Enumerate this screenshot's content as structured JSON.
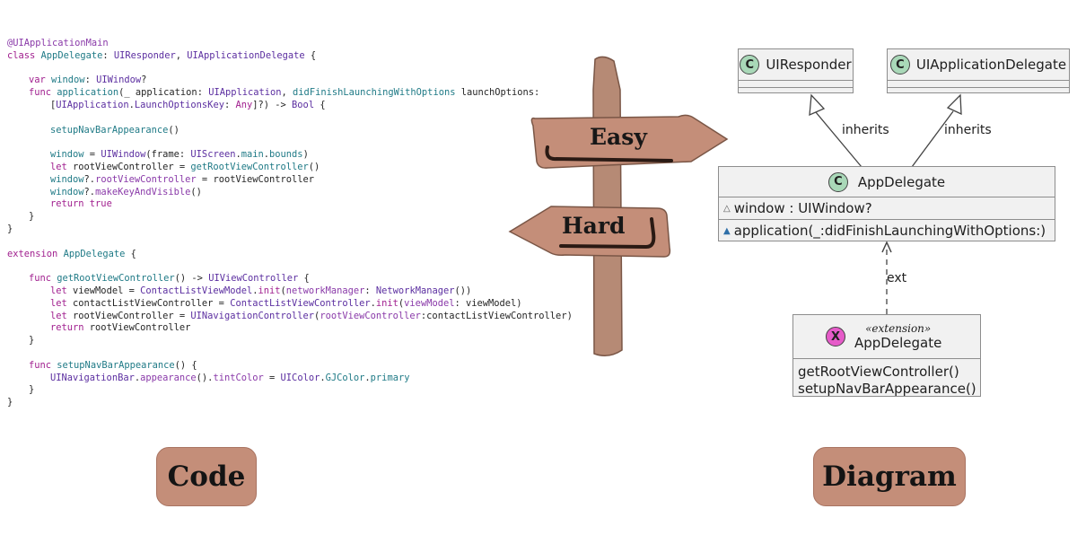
{
  "code": {
    "lines": [
      [
        {
          "t": "@UIApplicationMain",
          "c": "attr"
        }
      ],
      [
        {
          "t": "class ",
          "c": "kw"
        },
        {
          "t": "AppDelegate",
          "c": "fn"
        },
        {
          "t": ": ",
          "c": "pl"
        },
        {
          "t": "UIResponder",
          "c": "ty"
        },
        {
          "t": ", ",
          "c": "pl"
        },
        {
          "t": "UIApplicationDelegate",
          "c": "ty"
        },
        {
          "t": " {",
          "c": "pl"
        }
      ],
      [],
      [
        {
          "t": "var ",
          "c": "kw"
        },
        {
          "t": "window",
          "c": "fn"
        },
        {
          "t": ": ",
          "c": "pl"
        },
        {
          "t": "UIWindow",
          "c": "ty"
        },
        {
          "t": "?",
          "c": "pl"
        }
      ],
      [
        {
          "t": "func ",
          "c": "kw"
        },
        {
          "t": "application",
          "c": "fn"
        },
        {
          "t": "(_ application: ",
          "c": "pl"
        },
        {
          "t": "UIApplication",
          "c": "ty"
        },
        {
          "t": ", ",
          "c": "pl"
        },
        {
          "t": "didFinishLaunchingWithOptions",
          "c": "fn"
        },
        {
          "t": " launchOptions:",
          "c": "pl"
        }
      ],
      [
        {
          "t": "[",
          "c": "pl"
        },
        {
          "t": "UIApplication",
          "c": "ty"
        },
        {
          "t": ".",
          "c": "pl"
        },
        {
          "t": "LaunchOptionsKey",
          "c": "ty"
        },
        {
          "t": ": ",
          "c": "pl"
        },
        {
          "t": "Any",
          "c": "kw"
        },
        {
          "t": "]?) -> ",
          "c": "pl"
        },
        {
          "t": "Bool",
          "c": "ty"
        },
        {
          "t": " {",
          "c": "pl"
        }
      ],
      [],
      [
        {
          "t": "setupNavBarAppearance",
          "c": "fn"
        },
        {
          "t": "()",
          "c": "pl"
        }
      ],
      [],
      [
        {
          "t": "window",
          "c": "fn"
        },
        {
          "t": " = ",
          "c": "pl"
        },
        {
          "t": "UIWindow",
          "c": "ty"
        },
        {
          "t": "(frame: ",
          "c": "pl"
        },
        {
          "t": "UIScreen",
          "c": "ty"
        },
        {
          "t": ".",
          "c": "pl"
        },
        {
          "t": "main",
          "c": "fn"
        },
        {
          "t": ".",
          "c": "pl"
        },
        {
          "t": "bounds",
          "c": "fn"
        },
        {
          "t": ")",
          "c": "pl"
        }
      ],
      [
        {
          "t": "let ",
          "c": "kw"
        },
        {
          "t": "rootViewController = ",
          "c": "pl"
        },
        {
          "t": "getRootViewController",
          "c": "fn"
        },
        {
          "t": "()",
          "c": "pl"
        }
      ],
      [
        {
          "t": "window",
          "c": "fn"
        },
        {
          "t": "?.",
          "c": "pl"
        },
        {
          "t": "rootViewController",
          "c": "attr"
        },
        {
          "t": " = rootViewController",
          "c": "pl"
        }
      ],
      [
        {
          "t": "window",
          "c": "fn"
        },
        {
          "t": "?.",
          "c": "pl"
        },
        {
          "t": "makeKeyAndVisible",
          "c": "attr"
        },
        {
          "t": "()",
          "c": "pl"
        }
      ],
      [
        {
          "t": "return ",
          "c": "kw"
        },
        {
          "t": "true",
          "c": "kw"
        }
      ],
      [
        {
          "t": "}",
          "c": "pl"
        }
      ],
      [
        {
          "t": "}",
          "c": "pl"
        }
      ],
      [],
      [
        {
          "t": "extension ",
          "c": "kw"
        },
        {
          "t": "AppDelegate",
          "c": "fn"
        },
        {
          "t": " {",
          "c": "pl"
        }
      ],
      [],
      [
        {
          "t": "func ",
          "c": "kw"
        },
        {
          "t": "getRootViewController",
          "c": "fn"
        },
        {
          "t": "() -> ",
          "c": "pl"
        },
        {
          "t": "UIViewController",
          "c": "ty"
        },
        {
          "t": " {",
          "c": "pl"
        }
      ],
      [
        {
          "t": "let ",
          "c": "kw"
        },
        {
          "t": "viewModel = ",
          "c": "pl"
        },
        {
          "t": "ContactListViewModel",
          "c": "ty"
        },
        {
          "t": ".",
          "c": "pl"
        },
        {
          "t": "init",
          "c": "kw"
        },
        {
          "t": "(",
          "c": "pl"
        },
        {
          "t": "networkManager",
          "c": "attr"
        },
        {
          "t": ": ",
          "c": "pl"
        },
        {
          "t": "NetworkManager",
          "c": "ty"
        },
        {
          "t": "())",
          "c": "pl"
        }
      ],
      [
        {
          "t": "let ",
          "c": "kw"
        },
        {
          "t": "contactListViewController = ",
          "c": "pl"
        },
        {
          "t": "ContactListViewController",
          "c": "ty"
        },
        {
          "t": ".",
          "c": "pl"
        },
        {
          "t": "init",
          "c": "kw"
        },
        {
          "t": "(",
          "c": "pl"
        },
        {
          "t": "viewModel",
          "c": "attr"
        },
        {
          "t": ": viewModel)",
          "c": "pl"
        }
      ],
      [
        {
          "t": "let ",
          "c": "kw"
        },
        {
          "t": "rootViewController = ",
          "c": "pl"
        },
        {
          "t": "UINavigationController",
          "c": "ty"
        },
        {
          "t": "(",
          "c": "pl"
        },
        {
          "t": "rootViewController",
          "c": "attr"
        },
        {
          "t": ":contactListViewController)",
          "c": "pl"
        }
      ],
      [
        {
          "t": "return ",
          "c": "kw"
        },
        {
          "t": "rootViewController",
          "c": "pl"
        }
      ],
      [
        {
          "t": "}",
          "c": "pl"
        }
      ],
      [],
      [
        {
          "t": "func ",
          "c": "kw"
        },
        {
          "t": "setupNavBarAppearance",
          "c": "fn"
        },
        {
          "t": "() {",
          "c": "pl"
        }
      ],
      [
        {
          "t": "UINavigationBar",
          "c": "ty"
        },
        {
          "t": ".",
          "c": "pl"
        },
        {
          "t": "appearance",
          "c": "attr"
        },
        {
          "t": "().",
          "c": "pl"
        },
        {
          "t": "tintColor",
          "c": "attr"
        },
        {
          "t": " = ",
          "c": "pl"
        },
        {
          "t": "UIColor",
          "c": "ty"
        },
        {
          "t": ".",
          "c": "pl"
        },
        {
          "t": "GJColor",
          "c": "fn"
        },
        {
          "t": ".",
          "c": "pl"
        },
        {
          "t": "primary",
          "c": "fn"
        }
      ],
      [
        {
          "t": "}",
          "c": "pl"
        }
      ],
      [
        {
          "t": "}",
          "c": "pl"
        }
      ]
    ]
  },
  "signpost": {
    "easy_label": "Easy",
    "hard_label": "Hard"
  },
  "labels": {
    "code": "Code",
    "diagram": "Diagram"
  },
  "uml": {
    "responder": {
      "icon": "C",
      "name": "UIResponder"
    },
    "app_delegate_protocol": {
      "icon": "C",
      "name": "UIApplicationDelegate"
    },
    "app_delegate": {
      "icon": "C",
      "name": "AppDelegate",
      "field": "window : UIWindow?",
      "method": "application(_:didFinishLaunchingWithOptions:)"
    },
    "extension": {
      "icon": "X",
      "stereotype": "«extension»",
      "name": "AppDelegate",
      "methods": [
        "getRootViewController()",
        "setupNavBarAppearance()"
      ]
    },
    "edges": {
      "inherits_left": "inherits",
      "inherits_right": "inherits",
      "ext": "ext"
    }
  },
  "colors": {
    "sign_wood": "#c48e79",
    "post_wood": "#b68a75",
    "label_bg": "#c48e79",
    "class_circle": "#a9d8b8",
    "extension_circle": "#e65bc9"
  }
}
